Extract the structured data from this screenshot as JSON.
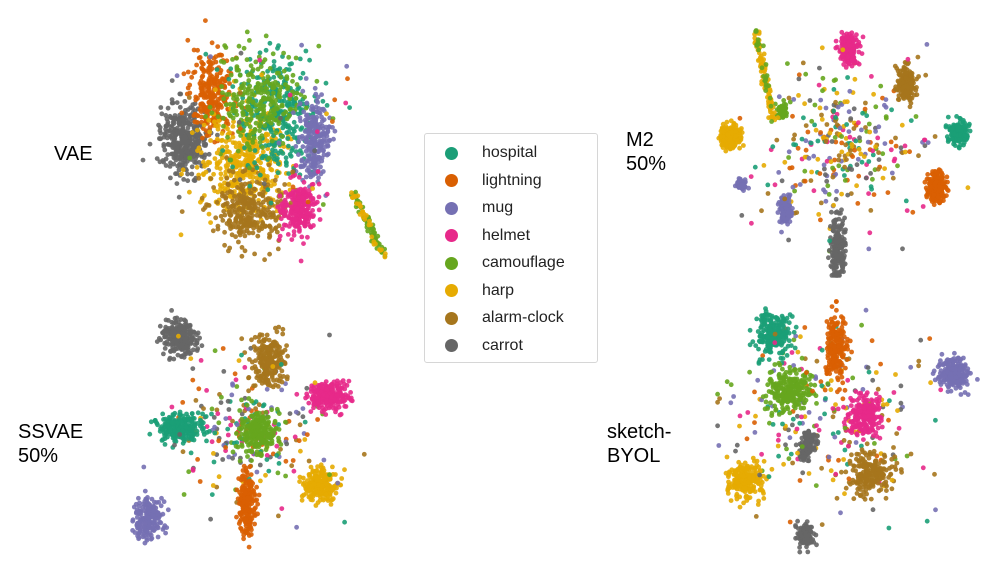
{
  "chart_data": [
    {
      "type": "scatter",
      "panel": "VAE",
      "label_lines": [
        "VAE"
      ],
      "clusters": [
        {
          "class": "carrot",
          "center": [
            0.22,
            0.46
          ],
          "spread": [
            0.08,
            0.12
          ],
          "n": 380
        },
        {
          "class": "lightning",
          "center": [
            0.32,
            0.28
          ],
          "spread": [
            0.07,
            0.14
          ],
          "n": 260
        },
        {
          "class": "harp",
          "center": [
            0.44,
            0.55
          ],
          "spread": [
            0.14,
            0.18
          ],
          "n": 420
        },
        {
          "class": "alarm-clock",
          "center": [
            0.46,
            0.72
          ],
          "spread": [
            0.12,
            0.12
          ],
          "n": 300
        },
        {
          "class": "hospital",
          "center": [
            0.56,
            0.36
          ],
          "spread": [
            0.12,
            0.2
          ],
          "n": 300
        },
        {
          "class": "camouflage",
          "center": [
            0.5,
            0.32
          ],
          "spread": [
            0.14,
            0.18
          ],
          "n": 260
        },
        {
          "class": "mug",
          "center": [
            0.7,
            0.46
          ],
          "spread": [
            0.05,
            0.14
          ],
          "n": 240
        },
        {
          "class": "helmet",
          "center": [
            0.64,
            0.72
          ],
          "spread": [
            0.06,
            0.1
          ],
          "n": 230
        }
      ],
      "strands": [
        {
          "class": "camouflage",
          "from": [
            0.84,
            0.65
          ],
          "to": [
            0.96,
            0.9
          ],
          "n": 70
        },
        {
          "class": "harp",
          "from": [
            0.84,
            0.65
          ],
          "to": [
            0.96,
            0.9
          ],
          "n": 30
        }
      ]
    },
    {
      "type": "scatter",
      "panel": "M2 50%",
      "label_lines": [
        "M2",
        "50%"
      ],
      "clusters": [
        {
          "class": "helmet",
          "center": [
            0.54,
            0.12
          ],
          "spread": [
            0.03,
            0.05
          ],
          "n": 200
        },
        {
          "class": "alarm-clock",
          "center": [
            0.75,
            0.25
          ],
          "spread": [
            0.03,
            0.06
          ],
          "n": 200
        },
        {
          "class": "hospital",
          "center": [
            0.94,
            0.44
          ],
          "spread": [
            0.03,
            0.04
          ],
          "n": 200
        },
        {
          "class": "lightning",
          "center": [
            0.86,
            0.65
          ],
          "spread": [
            0.03,
            0.05
          ],
          "n": 220
        },
        {
          "class": "harp",
          "center": [
            0.11,
            0.46
          ],
          "spread": [
            0.035,
            0.04
          ],
          "n": 200
        },
        {
          "class": "mug",
          "center": [
            0.31,
            0.74
          ],
          "spread": [
            0.02,
            0.05
          ],
          "n": 130
        },
        {
          "class": "mug",
          "center": [
            0.15,
            0.64
          ],
          "spread": [
            0.02,
            0.02
          ],
          "n": 50
        },
        {
          "class": "carrot",
          "center": [
            0.5,
            0.88
          ],
          "spread": [
            0.025,
            0.1
          ],
          "n": 200
        },
        {
          "class": "camouflage",
          "center": [
            0.3,
            0.36
          ],
          "spread": [
            0.02,
            0.03
          ],
          "n": 60
        }
      ],
      "strands": [
        {
          "class": "harp",
          "from": [
            0.2,
            0.04
          ],
          "to": [
            0.27,
            0.4
          ],
          "n": 90
        },
        {
          "class": "camouflage",
          "from": [
            0.2,
            0.04
          ],
          "to": [
            0.27,
            0.4
          ],
          "n": 25
        }
      ],
      "core": {
        "center": [
          0.52,
          0.5
        ],
        "spread": [
          0.12,
          0.12
        ],
        "n": 280
      }
    },
    {
      "type": "scatter",
      "panel": "SSVAE 50%",
      "label_lines": [
        "SSVAE",
        "50%"
      ],
      "clusters": [
        {
          "class": "carrot",
          "center": [
            0.2,
            0.12
          ],
          "spread": [
            0.06,
            0.07
          ],
          "n": 220
        },
        {
          "class": "alarm-clock",
          "center": [
            0.54,
            0.22
          ],
          "spread": [
            0.06,
            0.1
          ],
          "n": 220
        },
        {
          "class": "helmet",
          "center": [
            0.78,
            0.36
          ],
          "spread": [
            0.07,
            0.05
          ],
          "n": 240
        },
        {
          "class": "hospital",
          "center": [
            0.2,
            0.49
          ],
          "spread": [
            0.08,
            0.05
          ],
          "n": 240
        },
        {
          "class": "camouflage",
          "center": [
            0.5,
            0.5
          ],
          "spread": [
            0.06,
            0.08
          ],
          "n": 220
        },
        {
          "class": "harp",
          "center": [
            0.75,
            0.72
          ],
          "spread": [
            0.06,
            0.06
          ],
          "n": 240
        },
        {
          "class": "lightning",
          "center": [
            0.46,
            0.8
          ],
          "spread": [
            0.03,
            0.12
          ],
          "n": 200
        },
        {
          "class": "mug",
          "center": [
            0.07,
            0.86
          ],
          "spread": [
            0.05,
            0.08
          ],
          "n": 200
        }
      ],
      "core": {
        "center": [
          0.46,
          0.5
        ],
        "spread": [
          0.12,
          0.12
        ],
        "n": 200
      }
    },
    {
      "type": "scatter",
      "panel": "sketch-BYOL",
      "label_lines": [
        "sketch-",
        "BYOL"
      ],
      "clusters": [
        {
          "class": "hospital",
          "center": [
            0.22,
            0.15
          ],
          "spread": [
            0.06,
            0.07
          ],
          "n": 230
        },
        {
          "class": "lightning",
          "center": [
            0.46,
            0.2
          ],
          "spread": [
            0.04,
            0.12
          ],
          "n": 200
        },
        {
          "class": "mug",
          "center": [
            0.9,
            0.3
          ],
          "spread": [
            0.05,
            0.05
          ],
          "n": 230
        },
        {
          "class": "camouflage",
          "center": [
            0.28,
            0.36
          ],
          "spread": [
            0.08,
            0.07
          ],
          "n": 240
        },
        {
          "class": "helmet",
          "center": [
            0.57,
            0.46
          ],
          "spread": [
            0.06,
            0.07
          ],
          "n": 220
        },
        {
          "class": "carrot",
          "center": [
            0.35,
            0.57
          ],
          "spread": [
            0.025,
            0.05
          ],
          "n": 120
        },
        {
          "class": "harp",
          "center": [
            0.12,
            0.71
          ],
          "spread": [
            0.06,
            0.06
          ],
          "n": 220
        },
        {
          "class": "alarm-clock",
          "center": [
            0.58,
            0.68
          ],
          "spread": [
            0.08,
            0.07
          ],
          "n": 220
        },
        {
          "class": "carrot",
          "center": [
            0.34,
            0.92
          ],
          "spread": [
            0.03,
            0.04
          ],
          "n": 100
        }
      ],
      "core": {
        "center": [
          0.38,
          0.42
        ],
        "spread": [
          0.18,
          0.14
        ],
        "n": 200
      }
    }
  ],
  "legend": {
    "entries": [
      {
        "label": "hospital",
        "color": "#1b9e77"
      },
      {
        "label": "lightning",
        "color": "#d95f02"
      },
      {
        "label": "mug",
        "color": "#7570b3"
      },
      {
        "label": "helmet",
        "color": "#e7298a"
      },
      {
        "label": "camouflage",
        "color": "#66a61e"
      },
      {
        "label": "harp",
        "color": "#e6ab02"
      },
      {
        "label": "alarm-clock",
        "color": "#a6761d"
      },
      {
        "label": "carrot",
        "color": "#666666"
      }
    ]
  }
}
